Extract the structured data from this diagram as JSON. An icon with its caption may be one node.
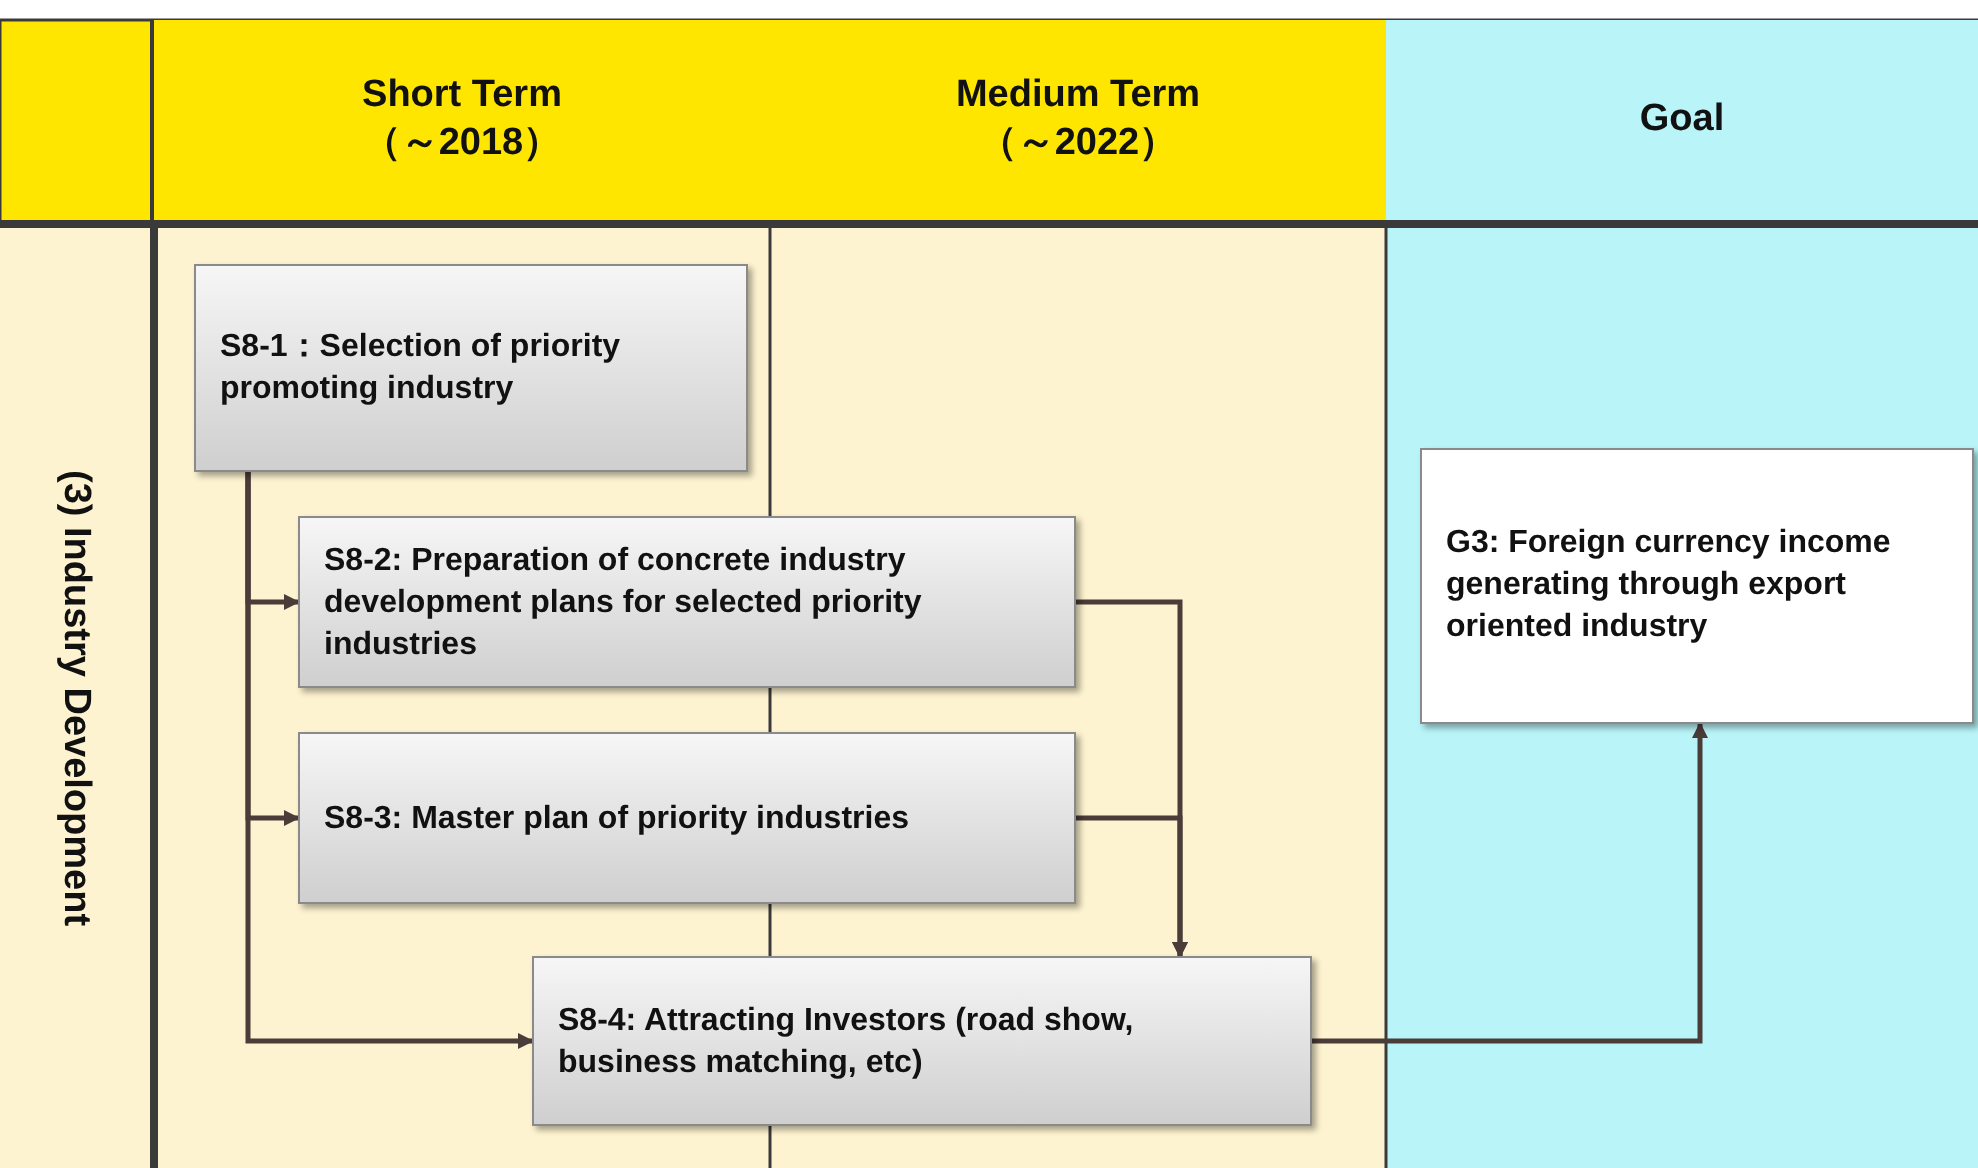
{
  "diagram": {
    "nodes": [
      {
        "text": [
          "Short Term （～2018）"
        ]
      },
      {
        "text": [
          "Medium Term （～2022）"
        ]
      },
      {
        "text": [
          "Goal"
        ]
      },
      {
        "text": [
          "(3) Industry Development"
        ]
      },
      {
        "text": [
          "S8-1：Selection of priority promoting industry"
        ]
      },
      {
        "text": [
          "S8-2: Preparation of concrete industry development plans for selected priority industries"
        ]
      },
      {
        "text": [
          "S8-3: Master plan of priority industries"
        ]
      },
      {
        "text": [
          "S8-4: Attracting Investors (road show, business matching, etc)"
        ]
      },
      {
        "text": [
          "G3: Foreign currency income generating through export oriented industry"
        ]
      }
    ],
    "edges": [
      {
        "from": 4,
        "to": 5,
        "arrow": "to"
      },
      {
        "from": 4,
        "to": 6,
        "arrow": "to"
      },
      {
        "from": 4,
        "to": 7,
        "arrow": "to"
      },
      {
        "from": 5,
        "to": 7,
        "arrow": "to"
      },
      {
        "from": 6,
        "to": 7,
        "arrow": "to"
      },
      {
        "from": 7,
        "to": 8,
        "arrow": "to"
      }
    ]
  }
}
